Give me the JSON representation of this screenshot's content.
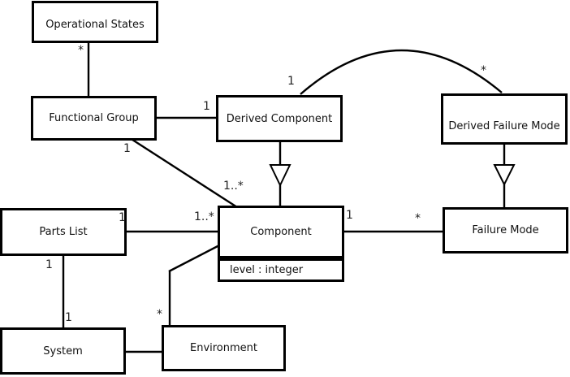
{
  "diagram": {
    "type": "uml-class-diagram",
    "colors": {
      "line": "#000000",
      "background": "#ffffff",
      "text": "#111111"
    },
    "classes": [
      {
        "name": "Operational States"
      },
      {
        "name": "Functional Group"
      },
      {
        "name": "Derived Component"
      },
      {
        "name": "Derived Failure Mode"
      },
      {
        "name": "Parts List"
      },
      {
        "name": "Component",
        "attributes": [
          "level : integer"
        ]
      },
      {
        "name": "Failure Mode"
      },
      {
        "name": "System"
      },
      {
        "name": "Environment"
      }
    ],
    "relationships": [
      {
        "from": "Operational States",
        "to": "Functional Group",
        "type": "association",
        "ends": [
          {
            "text": "*"
          }
        ]
      },
      {
        "from": "Functional Group",
        "to": "Derived Component",
        "type": "association",
        "ends": [
          {
            "text": "1"
          }
        ]
      },
      {
        "from": "Functional Group",
        "to": "Component",
        "type": "association",
        "ends": [
          {
            "text": "1"
          },
          {
            "text": "1..*"
          }
        ]
      },
      {
        "from": "Derived Component",
        "to": "Derived Failure Mode",
        "type": "association",
        "ends": [
          {
            "text": "1"
          },
          {
            "text": "*"
          }
        ]
      },
      {
        "from": "Derived Component",
        "to": "Component",
        "type": "generalization",
        "ends": []
      },
      {
        "from": "Derived Failure Mode",
        "to": "Failure Mode",
        "type": "generalization",
        "ends": []
      },
      {
        "from": "Component",
        "to": "Failure Mode",
        "type": "association",
        "ends": [
          {
            "text": "1"
          },
          {
            "text": "*"
          }
        ]
      },
      {
        "from": "Parts List",
        "to": "Component",
        "type": "association",
        "ends": [
          {
            "text": "1"
          },
          {
            "text": "1..*"
          }
        ]
      },
      {
        "from": "Parts List",
        "to": "System",
        "type": "association",
        "ends": [
          {
            "text": "1"
          },
          {
            "text": "1"
          }
        ]
      },
      {
        "from": "System",
        "to": "Environment",
        "type": "association",
        "ends": []
      },
      {
        "from": "Environment",
        "to": "Component",
        "type": "association",
        "ends": [
          {
            "text": "*"
          }
        ]
      }
    ]
  }
}
